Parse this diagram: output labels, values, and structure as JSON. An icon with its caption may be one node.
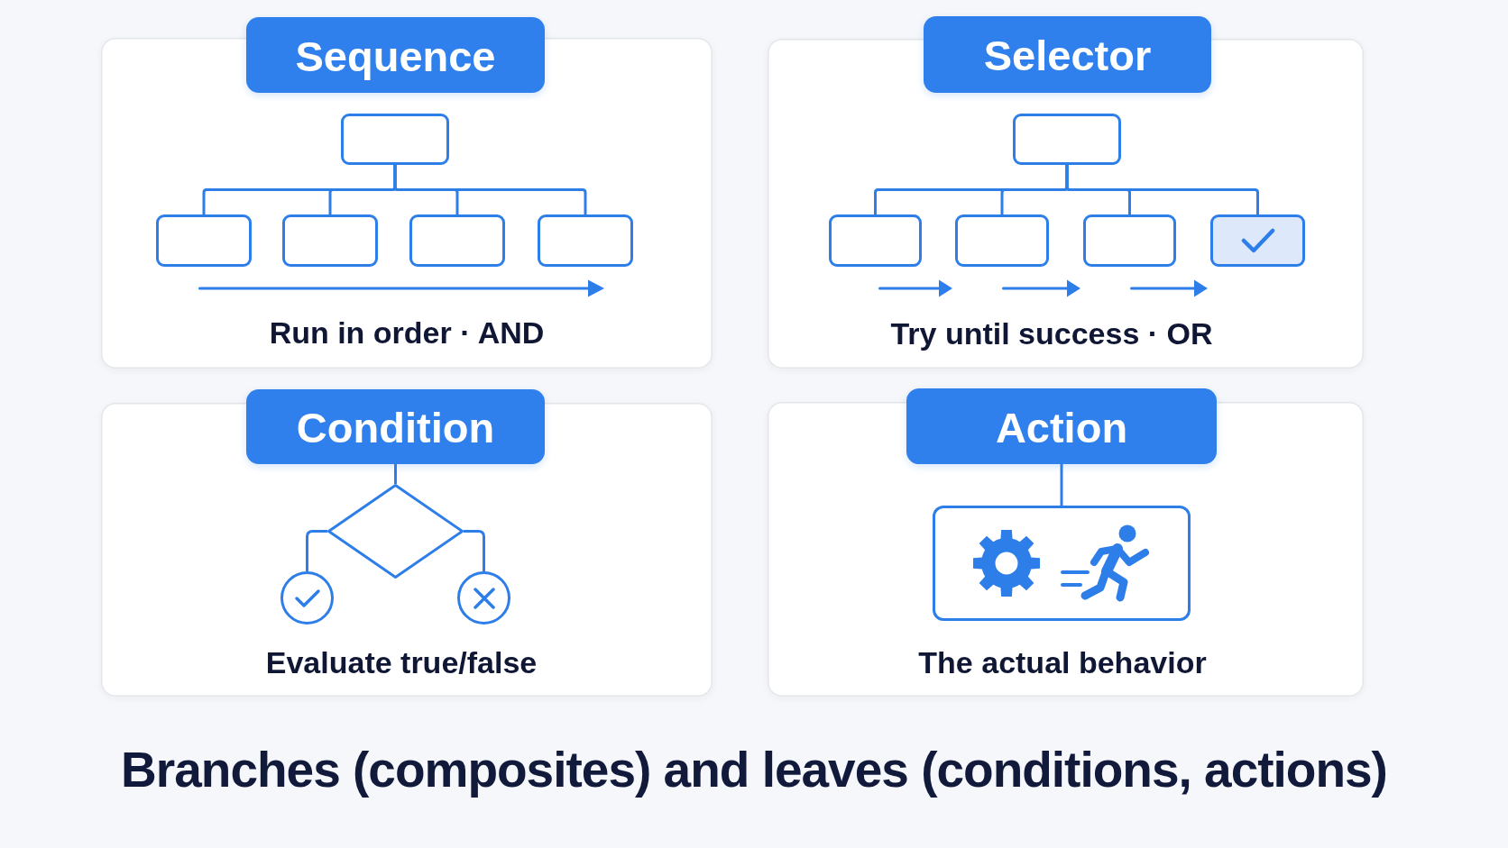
{
  "diagram": {
    "title": "Branches (composites) and leaves (conditions, actions)",
    "nodes": [
      {
        "text": [
          "Sequence"
        ]
      },
      {
        "text": [
          "Run in order · AND"
        ]
      },
      {
        "text": [],
        "shape": "box",
        "in": 1
      },
      {
        "text": [],
        "shape": "box",
        "in": 1
      },
      {
        "text": [],
        "shape": "box",
        "in": 1
      },
      {
        "text": [],
        "shape": "box",
        "in": 1
      },
      {
        "text": [],
        "shape": "box",
        "in": 1
      },
      {
        "text": [
          "Selector"
        ]
      },
      {
        "text": [
          "Try until success · OR"
        ]
      },
      {
        "text": [],
        "shape": "box",
        "in": 8
      },
      {
        "text": [],
        "shape": "box",
        "in": 8
      },
      {
        "text": [],
        "shape": "box",
        "in": 8
      },
      {
        "text": [],
        "shape": "box",
        "in": 8
      },
      {
        "text": [],
        "shape": "box",
        "in": 8
      },
      {
        "text": [
          "Condition"
        ]
      },
      {
        "text": [
          "Evaluate true/false"
        ]
      },
      {
        "text": [],
        "shape": "diamond",
        "in": 15
      },
      {
        "text": [],
        "shape": "circle",
        "in": 15
      },
      {
        "text": [],
        "shape": "circle",
        "in": 15
      },
      {
        "text": [
          "Action"
        ]
      },
      {
        "text": [
          "The actual behavior"
        ]
      },
      {
        "text": [],
        "shape": "box",
        "in": 20
      }
    ],
    "edges": [
      {
        "from": 2,
        "to": 3,
        "arrow": "none"
      },
      {
        "from": 2,
        "to": 4,
        "arrow": "none"
      },
      {
        "from": 2,
        "to": 5,
        "arrow": "none"
      },
      {
        "from": 2,
        "to": 6,
        "arrow": "none"
      },
      {
        "from": 9,
        "to": 10,
        "arrow": "none"
      },
      {
        "from": 9,
        "to": 11,
        "arrow": "none"
      },
      {
        "from": 9,
        "to": 12,
        "arrow": "none"
      },
      {
        "from": 9,
        "to": 13,
        "arrow": "none"
      },
      {
        "from": 14,
        "to": 16,
        "arrow": "none"
      },
      {
        "from": 16,
        "to": 17,
        "arrow": "none"
      },
      {
        "from": 16,
        "to": 18,
        "arrow": "none"
      },
      {
        "from": 19,
        "to": 21,
        "arrow": "none"
      }
    ]
  }
}
